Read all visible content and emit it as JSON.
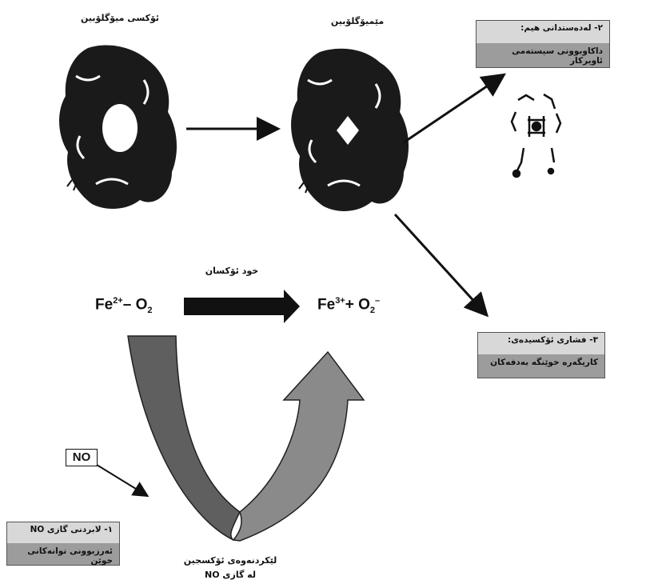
{
  "labels": {
    "oxy_myoglobin": "ئۆکسی میۆگلۆبین",
    "met_myoglobin": "مێمیۆگلۆبین",
    "self_oxidation": "خود ئۆکسان",
    "equation_left": {
      "base": "Fe",
      "sup": "2+",
      "rest": "– O",
      "sub": "2"
    },
    "equation_right": {
      "base": "Fe",
      "sup": "3+",
      "rest": "+ O",
      "sub": "2",
      "sup2": "–"
    },
    "no_tag": "NO",
    "bottom_caption_line1": "لێکردنەوەی ئۆکسجین",
    "bottom_caption_line2": "لە گازی NO"
  },
  "boxes": {
    "box2": {
      "line1": "٢- لەدەستدانی هیم:",
      "line2": "داکاوبوونی سیستەمی ئاویرکار"
    },
    "box3": {
      "line1": "٣- فشاری ئۆکسیدەی:",
      "line2": "کاریگەرە خوێنگە بەدفەکان"
    },
    "box1": {
      "line1": "١- لابردنی گازی NO",
      "line2": "ئەرزبوونی توانەکانی خوێن"
    }
  },
  "colors": {
    "u_left": "#5f5f5f",
    "u_right": "#8a8a8a",
    "arrow": "#111111"
  }
}
